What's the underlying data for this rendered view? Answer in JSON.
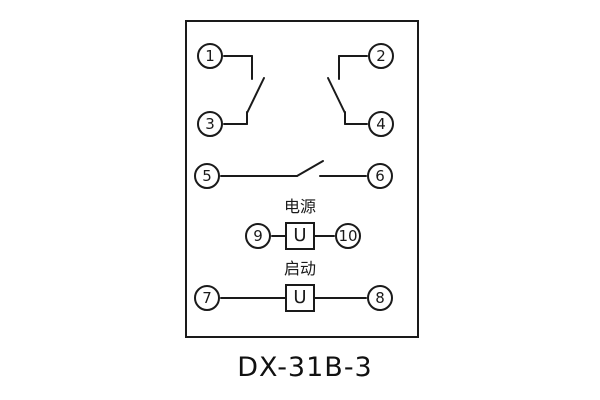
{
  "diagram": {
    "caption": "DX-31B-3",
    "terminals": {
      "t1": "1",
      "t2": "2",
      "t3": "3",
      "t4": "4",
      "t5": "5",
      "t6": "6",
      "t7": "7",
      "t8": "8",
      "t9": "9",
      "t10": "10"
    },
    "power_coil": {
      "label": "电源",
      "symbol": "U"
    },
    "start_coil": {
      "label": "启动",
      "symbol": "U"
    },
    "colors": {
      "line": "#1a1a1a",
      "background": "#ffffff"
    }
  }
}
